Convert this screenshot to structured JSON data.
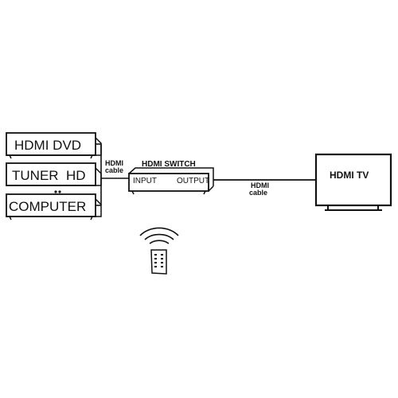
{
  "sources": {
    "dvd": "HDMI DVD",
    "tuner": "TUNER  HD",
    "computer": "COMPUTER"
  },
  "switch": {
    "title": "HDMI SWITCH",
    "input": "INPUT",
    "output": "OUTPUT"
  },
  "cables": {
    "left_line1": "HDMI",
    "left_line2": "cable",
    "right_line1": "HDMI",
    "right_line2": "cable"
  },
  "tv": {
    "label": "HDMI TV"
  }
}
